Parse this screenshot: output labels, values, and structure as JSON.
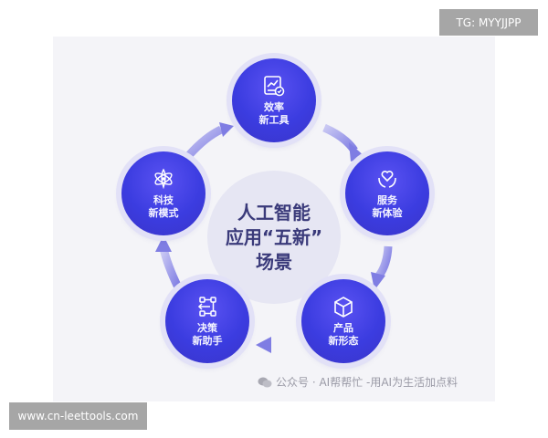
{
  "diagram": {
    "center_title": [
      "人工智能",
      "应用“五新”",
      "场景"
    ],
    "nodes": [
      {
        "id": "efficiency",
        "icon": "chart-check-icon",
        "line1": "效率",
        "line2": "新工具"
      },
      {
        "id": "service",
        "icon": "heart-hands-icon",
        "line1": "服务",
        "line2": "新体验"
      },
      {
        "id": "product",
        "icon": "cube-icon",
        "line1": "产品",
        "line2": "新形态"
      },
      {
        "id": "decision",
        "icon": "flow-nodes-icon",
        "line1": "决策",
        "line2": "新助手"
      },
      {
        "id": "tech",
        "icon": "atom-icon",
        "line1": "科技",
        "line2": "新模式"
      }
    ],
    "flow_direction": "clockwise",
    "colors": {
      "node": "#3b3ce0",
      "ring": "#e2e1f7",
      "arrow": "#8f8ee6",
      "center_bg": "#e6e6f3",
      "center_text": "#3a3a7a"
    }
  },
  "footer": {
    "text": "公众号 · AI帮帮忙 -用AI为生活加点料",
    "icon": "wechat-icon"
  },
  "watermarks": {
    "top_right": "TG: MYYJJPP",
    "bottom_left": "www.cn-leettools.com"
  }
}
